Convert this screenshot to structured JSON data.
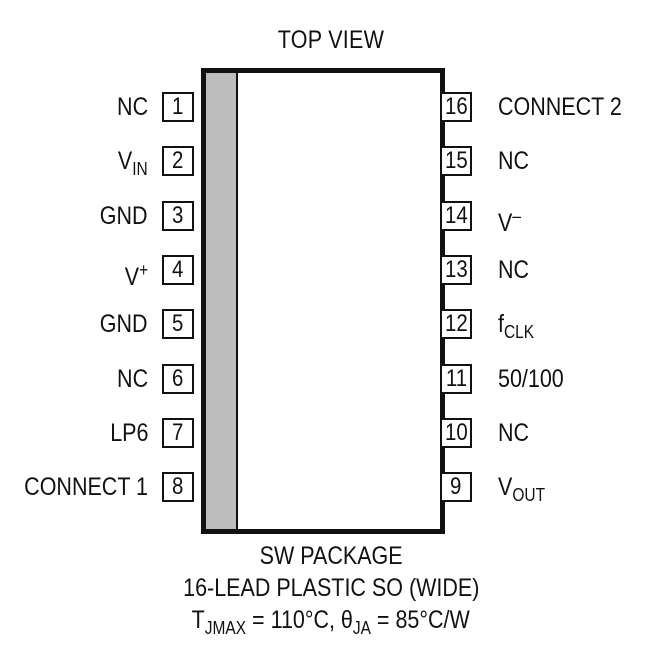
{
  "title": "TOP VIEW",
  "left_pins": [
    {
      "num": "1",
      "label": "NC"
    },
    {
      "num": "2",
      "label": "V",
      "sub": "IN"
    },
    {
      "num": "3",
      "label": "GND"
    },
    {
      "num": "4",
      "label": "V",
      "sup": "+"
    },
    {
      "num": "5",
      "label": "GND"
    },
    {
      "num": "6",
      "label": "NC"
    },
    {
      "num": "7",
      "label": "LP6"
    },
    {
      "num": "8",
      "label": "CONNECT 1"
    }
  ],
  "right_pins": [
    {
      "num": "16",
      "label": "CONNECT 2"
    },
    {
      "num": "15",
      "label": "NC"
    },
    {
      "num": "14",
      "label": "V",
      "sup": "–"
    },
    {
      "num": "13",
      "label": "NC"
    },
    {
      "num": "12",
      "label": "f",
      "sub": "CLK"
    },
    {
      "num": "11",
      "label": "50/100"
    },
    {
      "num": "10",
      "label": "NC"
    },
    {
      "num": "9",
      "label": "V",
      "sub": "OUT"
    }
  ],
  "caption": {
    "line1": "SW PACKAGE",
    "line2": "16-LEAD PLASTIC SO (WIDE)",
    "t_sym": "T",
    "t_sub": "JMAX",
    "t_val": " = 110°C, ",
    "theta_sym": "θ",
    "theta_sub": "JA",
    "theta_val": " = 85°C/W"
  }
}
